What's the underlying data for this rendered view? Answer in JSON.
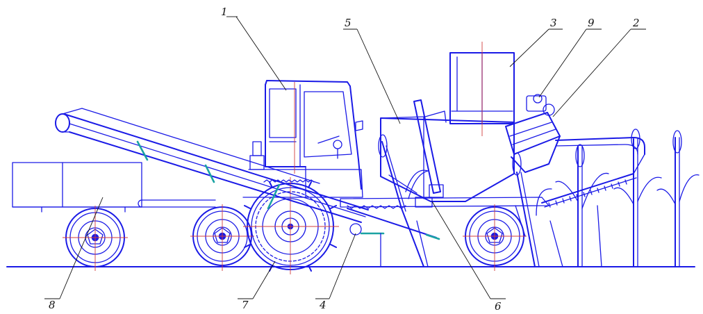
{
  "figure": {
    "callouts": [
      {
        "id": "1",
        "label": "1"
      },
      {
        "id": "2",
        "label": "2"
      },
      {
        "id": "3",
        "label": "3"
      },
      {
        "id": "4",
        "label": "4"
      },
      {
        "id": "5",
        "label": "5"
      },
      {
        "id": "6",
        "label": "6"
      },
      {
        "id": "7",
        "label": "7"
      },
      {
        "id": "8",
        "label": "8"
      },
      {
        "id": "9",
        "label": "9"
      }
    ],
    "colors": {
      "line": "#1a1ae6",
      "accent": "#1aa3a3",
      "centerline": "#d23c3c",
      "leader": "#111111",
      "background": "#ffffff"
    }
  }
}
